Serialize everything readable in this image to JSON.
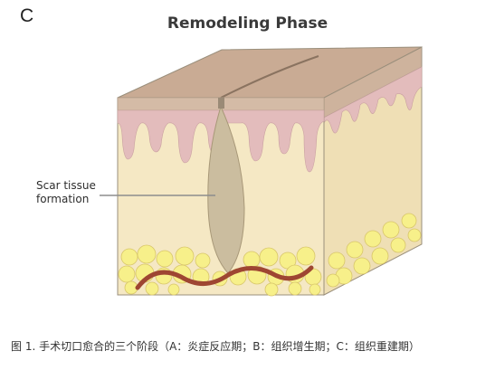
{
  "panel_letter": "C",
  "title": "Remodeling Phase",
  "label_line1": "Scar tissue",
  "label_line2": "formation",
  "caption": "图 1. 手术切口愈合的三个阶段（A：炎症反应期；B：组织增生期；C：组织重建期）",
  "colors": {
    "epidermis_top": "#c9ab94",
    "epidermis_front": "#d4bba6",
    "papillae": "#e3bcbc",
    "dermis": "#f5e8c4",
    "dermis_side": "#efdfb5",
    "scar": "#cbbd9f",
    "fat": "#f7f08a",
    "vessel": "#9e4632"
  }
}
